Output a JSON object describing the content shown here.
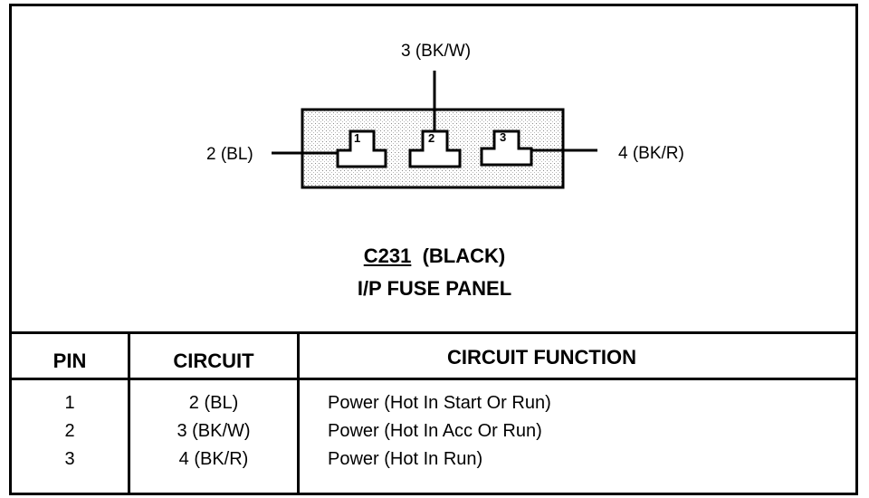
{
  "diagram": {
    "wires": {
      "left": "2 (BL)",
      "top": "3 (BK/W)",
      "right": "4 (BK/R)"
    },
    "terminals": [
      "1",
      "2",
      "3"
    ],
    "connector_id": "C231",
    "connector_color": "(BLACK)",
    "location": "I/P FUSE PANEL"
  },
  "table": {
    "headers": [
      "PIN",
      "CIRCUIT",
      "CIRCUIT FUNCTION"
    ],
    "rows": [
      {
        "pin": "1",
        "circuit": "2 (BL)",
        "function": "Power (Hot In Start Or Run)"
      },
      {
        "pin": "2",
        "circuit": "3 (BK/W)",
        "function": "Power (Hot In Acc Or Run)"
      },
      {
        "pin": "3",
        "circuit": "4 (BK/R)",
        "function": "Power (Hot In Run)"
      }
    ]
  }
}
